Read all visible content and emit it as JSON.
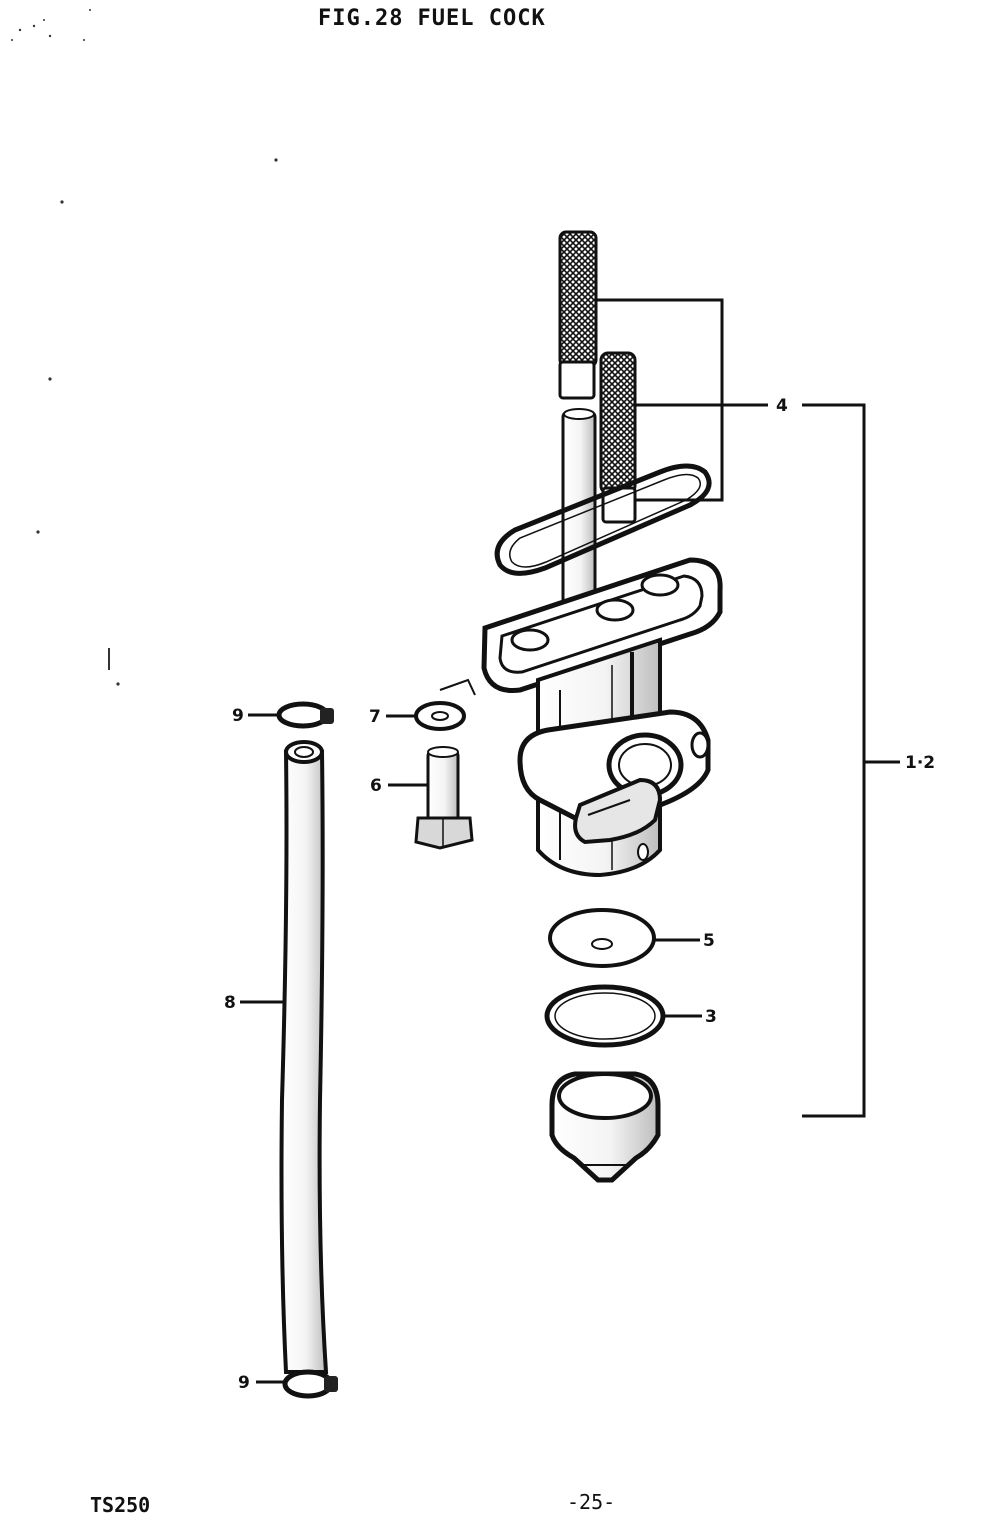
{
  "header": {
    "fig_number": "FIG.28",
    "fig_title": "FUEL COCK"
  },
  "footer": {
    "model": "TS250",
    "page": "-25-"
  },
  "callouts": {
    "c1": "1·2",
    "c3": "3",
    "c4": "4",
    "c5": "5",
    "c6": "6",
    "c7": "7",
    "c8": "8",
    "c9_top": "9",
    "c9_bottom": "9"
  },
  "colors": {
    "ink": "#111111",
    "paper": "#ffffff"
  }
}
